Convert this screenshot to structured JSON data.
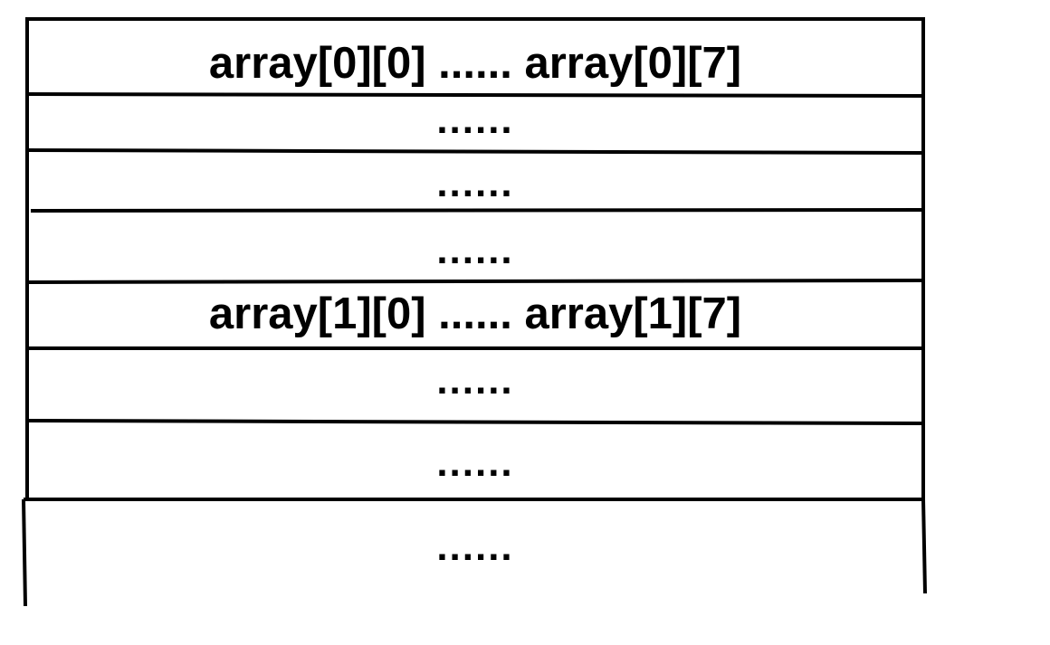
{
  "diagram": {
    "rows": [
      {
        "text": "array[0][0] ...... array[0][7]",
        "kind": "label"
      },
      {
        "text": "......",
        "kind": "dots"
      },
      {
        "text": "......",
        "kind": "dots"
      },
      {
        "text": "......",
        "kind": "dots"
      },
      {
        "text": "array[1][0] ...... array[1][7]",
        "kind": "label"
      },
      {
        "text": "......",
        "kind": "dots"
      },
      {
        "text": "......",
        "kind": "dots"
      },
      {
        "text": "......",
        "kind": "dots"
      }
    ],
    "line_color": "#000000",
    "text_color": "#000000",
    "background": "#ffffff"
  }
}
